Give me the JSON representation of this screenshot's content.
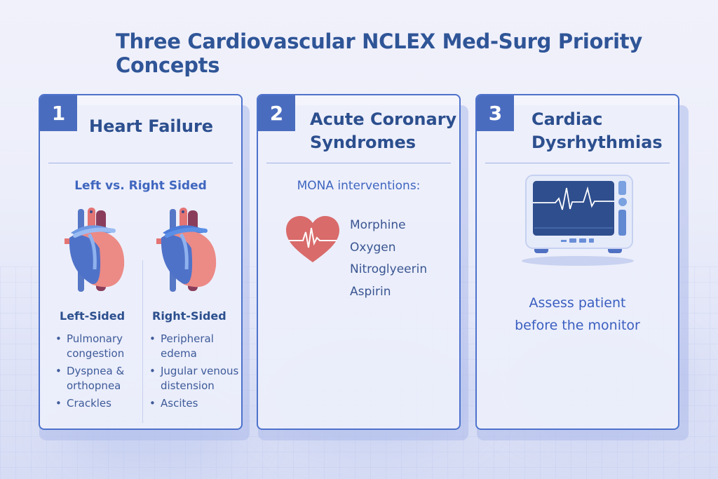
{
  "title": "Three Cardiovascular NCLEX Med-Surg Priority Concepts",
  "colors": {
    "accent": "#4a6cbf",
    "title": "#2f5597",
    "card_border": "#4d72cc",
    "heart_red": "#d96b6b"
  },
  "cards": [
    {
      "number": "1",
      "title": "Heart Failure",
      "subheading": "Left vs. Right  Sided",
      "icons": [
        "heart-anatomy-left-icon",
        "heart-anatomy-right-icon"
      ],
      "columns": [
        {
          "title": "Left-Sided",
          "items": [
            "Pulmonary congestion",
            "Dyspnea & orthopnea",
            "Crackles"
          ]
        },
        {
          "title": "Right-Sided",
          "items": [
            "Peripheral edema",
            "Jugular venous distension",
            "Ascites"
          ]
        }
      ]
    },
    {
      "number": "2",
      "title_line1": "Acute Coronary",
      "title_line2": "Syndromes",
      "subheading": "MONA interventions:",
      "icon": "heart-ecg-icon",
      "items": [
        "Morphine",
        "Oxygen",
        "Nitroglyeerin",
        "Aspirin"
      ]
    },
    {
      "number": "3",
      "title_line1": "Cardiac",
      "title_line2": "Dysrhythmias",
      "icon": "cardiac-monitor-icon",
      "note_line1": "Assess patient",
      "note_line2": "before the monitor"
    }
  ]
}
